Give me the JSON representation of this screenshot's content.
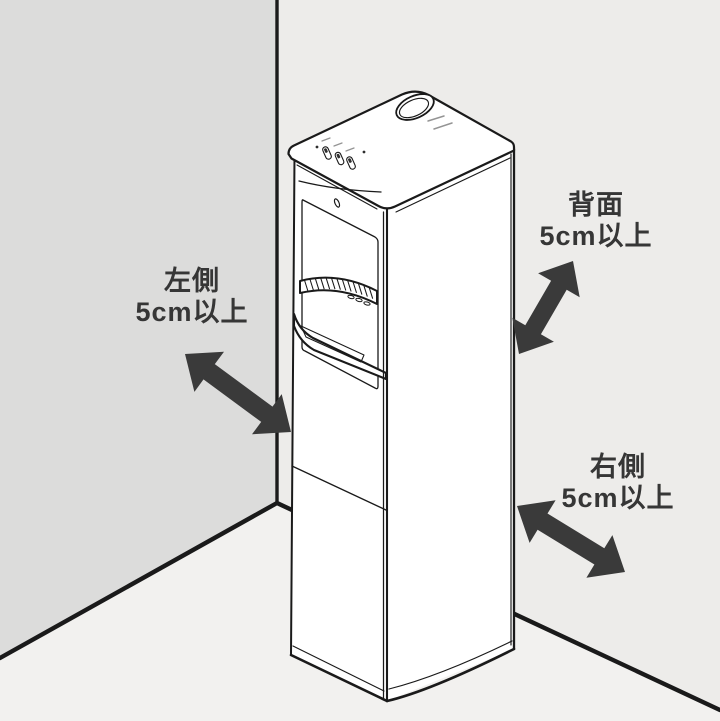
{
  "diagram": {
    "description": "water-dispenser-installation-clearance",
    "clearances": [
      {
        "id": "left",
        "side": "左側",
        "value": "5cm以上"
      },
      {
        "id": "back",
        "side": "背面",
        "value": "5cm以上"
      },
      {
        "id": "right",
        "side": "右側",
        "value": "5cm以上"
      }
    ]
  },
  "icons": {
    "left_arrow": "double-headed-arrow",
    "back_arrow": "double-headed-arrow",
    "right_arrow": "double-headed-arrow"
  },
  "colors": {
    "left_wall": "#dcdcdb",
    "right_wall": "#edecea",
    "floor": "#f2f1ef",
    "line": "#1a1a1a",
    "arrow": "#3a3a3a",
    "text": "#363636",
    "device": "#ffffff"
  }
}
